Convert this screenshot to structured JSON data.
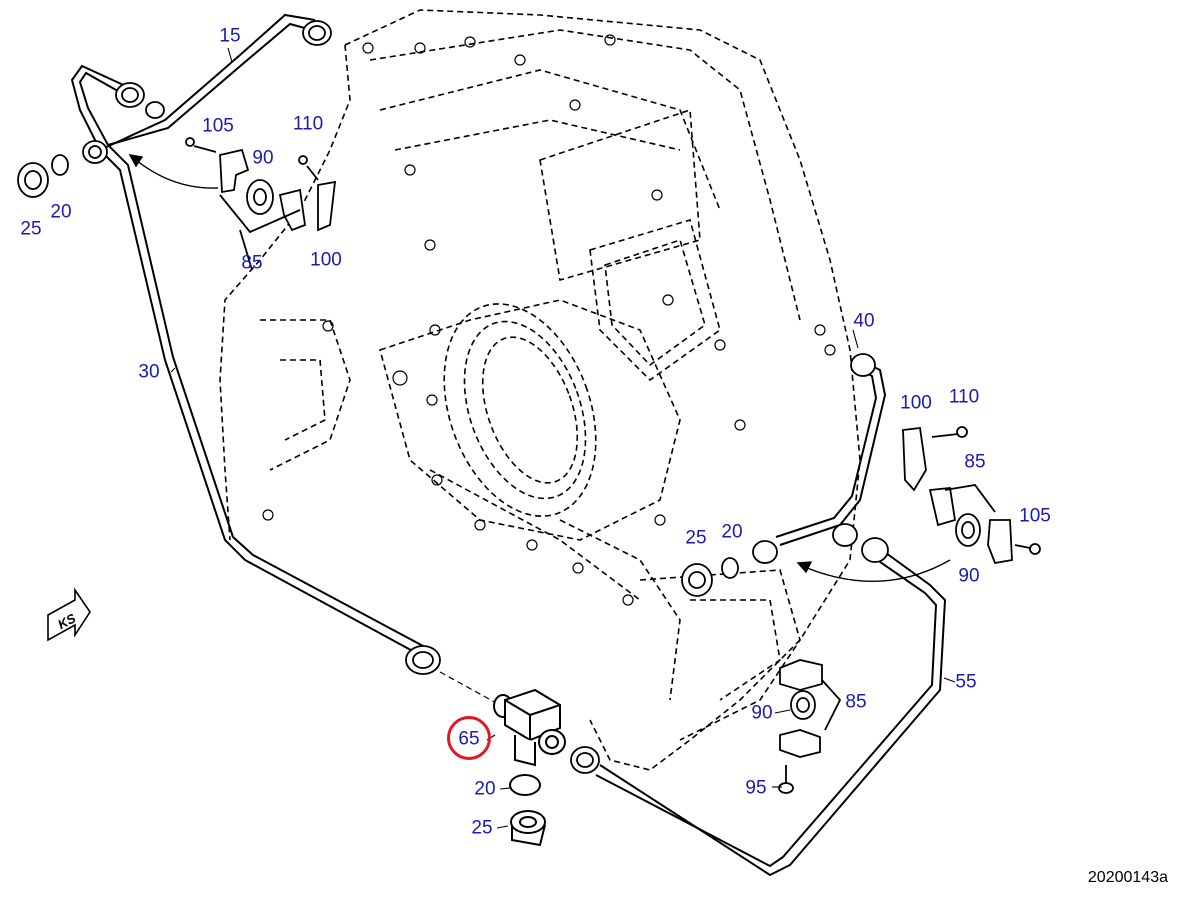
{
  "callouts": {
    "c15": "15",
    "c105a": "105",
    "c110a": "110",
    "c90a": "90",
    "c25a": "25",
    "c20a": "20",
    "c85a": "85",
    "c100a": "100",
    "c30": "30",
    "c40": "40",
    "c100b": "100",
    "c110b": "110",
    "c85b": "85",
    "c105b": "105",
    "c90b": "90",
    "c25b": "25",
    "c20b": "20",
    "c55": "55",
    "c85c": "85",
    "c90c": "90",
    "c95": "95",
    "c65": "65",
    "c20c": "20",
    "c25c": "25"
  },
  "highlighted_part": "65",
  "direction_marker": "KS",
  "drawing_id": "20200143a",
  "colors": {
    "callout": "#1a1ab5",
    "highlight": "#e0181f",
    "line": "#000000"
  }
}
